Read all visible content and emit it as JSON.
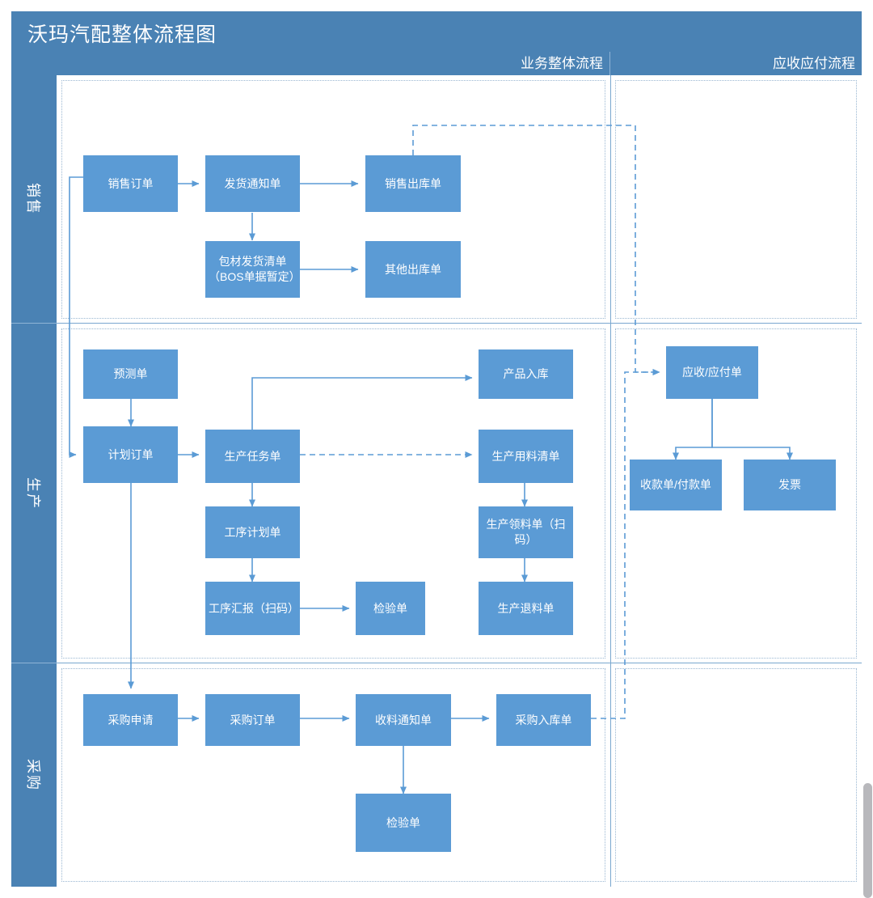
{
  "header": {
    "title": "沃玛汽配整体流程图"
  },
  "columns": [
    {
      "label": "业务整体流程"
    },
    {
      "label": "应收应付流程"
    }
  ],
  "lanes": [
    {
      "label": "销售"
    },
    {
      "label": "生产"
    },
    {
      "label": "采购"
    }
  ],
  "colors": {
    "band": "#4a82b4",
    "node_fill": "#5b9bd5",
    "node_text": "#ffffff",
    "connector": "#5b9bd5",
    "grid_line": "#7aa7cf",
    "dotted": "#9ab7d2",
    "scrollbar": "#b8b8bc"
  },
  "nodes": {
    "sales_order": "销售订单",
    "delivery_notice": "发货通知单",
    "sales_outbound": "销售出库单",
    "packing_shipment_list_l1": "包材发货清单",
    "packing_shipment_list_l2": "（BOS单据暂定）",
    "other_outbound": "其他出库单",
    "forecast_order": "预测单",
    "plan_order": "计划订单",
    "production_task": "生产任务单",
    "product_inbound": "产品入库",
    "production_material_list": "生产用料清单",
    "process_plan": "工序计划单",
    "production_picking": "生产领料单（扫码）",
    "process_report": "工序汇报（扫码）",
    "inspection_prod": "检验单",
    "production_return": "生产退料单",
    "ar_ap_bill": "应收/应付单",
    "receipt_payment": "收款单/付款单",
    "invoice": "发票",
    "purchase_request": "采购申请",
    "purchase_order": "采购订单",
    "receiving_notice": "收料通知单",
    "purchase_inbound": "采购入库单",
    "inspection_purchase": "检验单"
  },
  "edges": [
    {
      "from": "销售订单",
      "to": "发货通知单",
      "style": "solid"
    },
    {
      "from": "发货通知单",
      "to": "销售出库单",
      "style": "solid"
    },
    {
      "from": "发货通知单",
      "to": "包材发货清单",
      "style": "solid"
    },
    {
      "from": "包材发货清单",
      "to": "其他出库单",
      "style": "solid"
    },
    {
      "from": "销售订单",
      "to": "计划订单",
      "style": "solid"
    },
    {
      "from": "销售出库单",
      "to": "应收/应付单",
      "style": "dashed"
    },
    {
      "from": "预测单",
      "to": "计划订单",
      "style": "solid"
    },
    {
      "from": "计划订单",
      "to": "生产任务单",
      "style": "solid"
    },
    {
      "from": "生产任务单",
      "to": "产品入库",
      "style": "solid"
    },
    {
      "from": "生产任务单",
      "to": "生产用料清单",
      "style": "dashed"
    },
    {
      "from": "生产任务单",
      "to": "工序计划单",
      "style": "solid"
    },
    {
      "from": "工序计划单",
      "to": "工序汇报（扫码）",
      "style": "solid"
    },
    {
      "from": "工序汇报（扫码）",
      "to": "检验单",
      "style": "solid"
    },
    {
      "from": "生产用料清单",
      "to": "生产领料单（扫码）",
      "style": "solid"
    },
    {
      "from": "生产领料单（扫码）",
      "to": "生产退料单",
      "style": "solid"
    },
    {
      "from": "应收/应付单",
      "to": "收款单/付款单",
      "style": "solid"
    },
    {
      "from": "应收/应付单",
      "to": "发票",
      "style": "solid"
    },
    {
      "from": "计划订单",
      "to": "采购申请",
      "style": "solid"
    },
    {
      "from": "采购申请",
      "to": "采购订单",
      "style": "solid"
    },
    {
      "from": "采购订单",
      "to": "收料通知单",
      "style": "solid"
    },
    {
      "from": "收料通知单",
      "to": "采购入库单",
      "style": "solid"
    },
    {
      "from": "收料通知单",
      "to": "检验单",
      "style": "solid"
    },
    {
      "from": "采购入库单",
      "to": "应收/应付单",
      "style": "dashed"
    }
  ]
}
